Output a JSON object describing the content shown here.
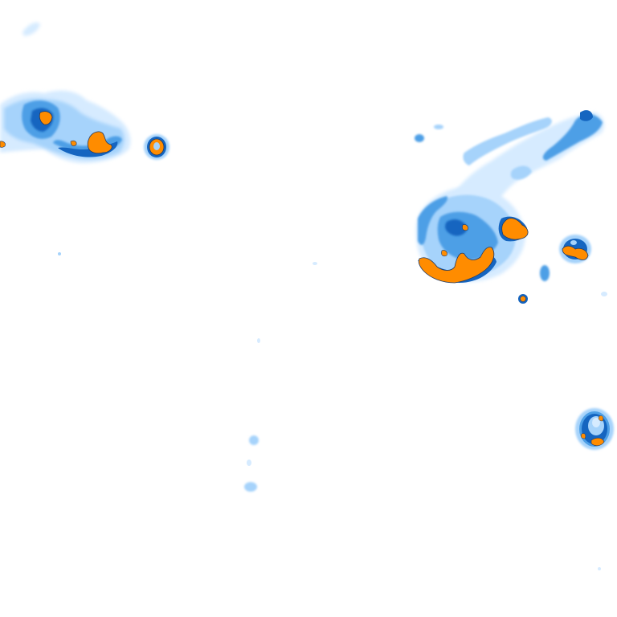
{
  "map": {
    "type": "precipitation-intensity-overlay",
    "background_color": "#ffffff",
    "palette": {
      "light": "#d6ebff",
      "light_mid": "#a6d3fb",
      "mid": "#4d9fe6",
      "strong": "#1565c0",
      "extreme": "#ff8c00",
      "extreme_outline": "#1f3a66"
    },
    "levels": [
      "light",
      "light_mid",
      "mid",
      "strong",
      "extreme"
    ],
    "cells": [
      {
        "id": "cell-west-cluster",
        "intensity_max": "extreme"
      },
      {
        "id": "cell-west-ring",
        "intensity_max": "extreme"
      },
      {
        "id": "cell-east-storm",
        "intensity_max": "extreme"
      },
      {
        "id": "cell-east-small-right",
        "intensity_max": "extreme"
      },
      {
        "id": "cell-east-small-below",
        "intensity_max": "extreme"
      },
      {
        "id": "cell-southeast-ring",
        "intensity_max": "extreme"
      },
      {
        "id": "cell-south-trace",
        "intensity_max": "light_mid"
      }
    ]
  }
}
